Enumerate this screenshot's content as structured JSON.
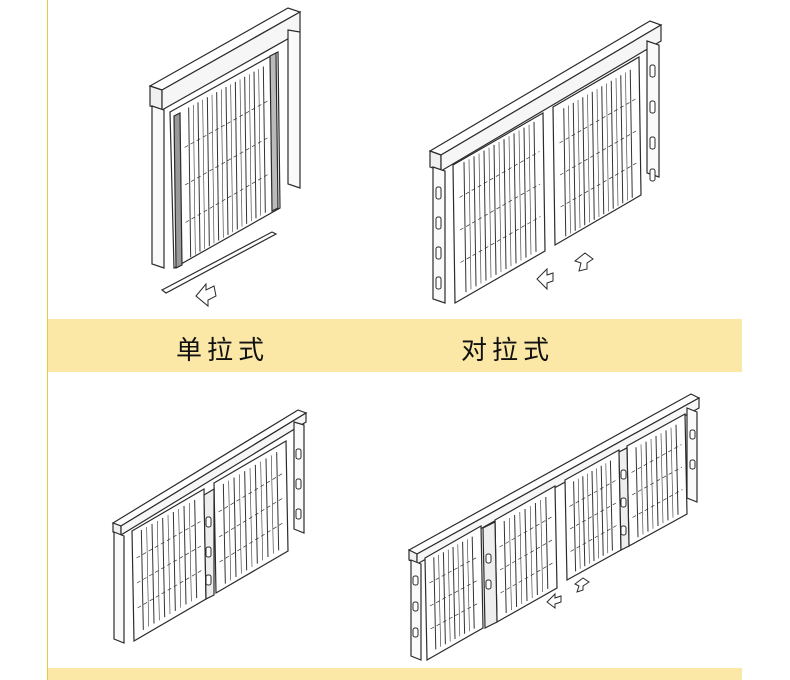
{
  "captions": {
    "single": "单拉式",
    "double": "对拉式"
  },
  "colors": {
    "band": "#fbe8a6",
    "line": "#e8c84a",
    "stroke": "#2b2b2b"
  },
  "illustrations": [
    {
      "id": "single-pull-window",
      "panels": 1
    },
    {
      "id": "double-pull-window",
      "panels": 2
    },
    {
      "id": "two-panel-window",
      "panels": 2
    },
    {
      "id": "four-panel-window",
      "panels": 4
    }
  ]
}
